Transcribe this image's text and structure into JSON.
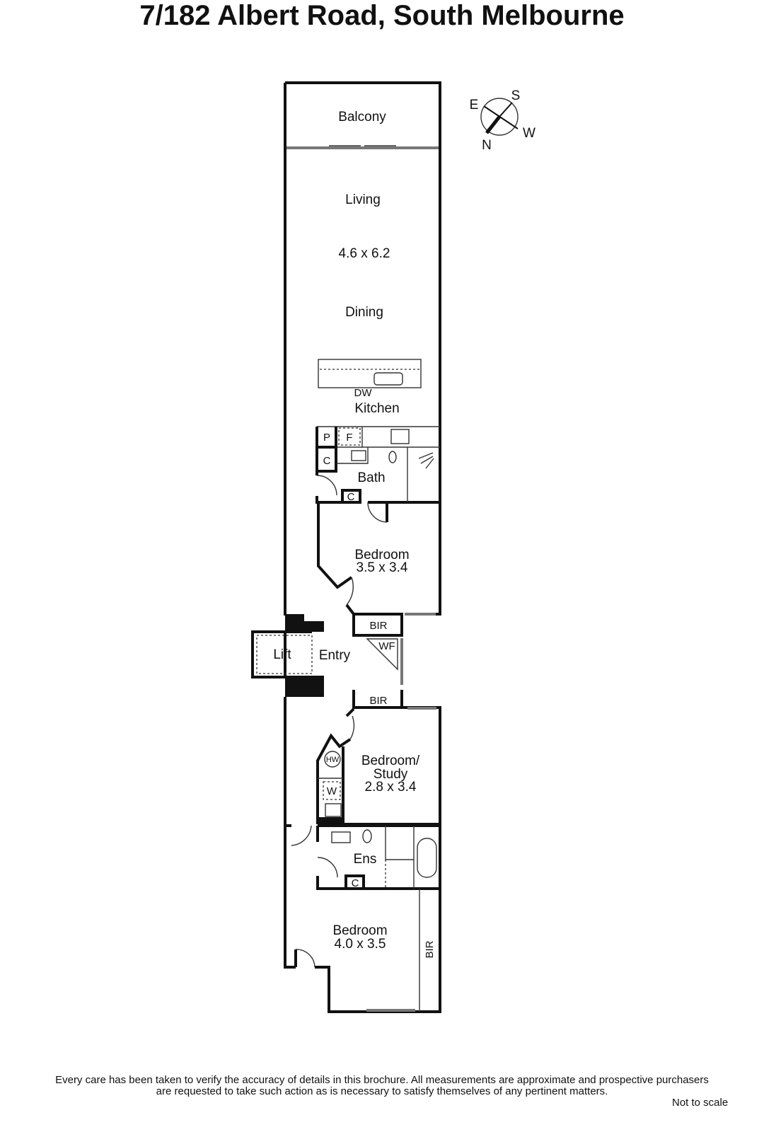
{
  "title": "7/182 Albert Road, South Melbourne",
  "compass": {
    "n": "N",
    "s": "S",
    "e": "E",
    "w": "W"
  },
  "rooms": {
    "balcony": "Balcony",
    "living": "Living",
    "living_dims": "4.6 x 6.2",
    "dining": "Dining",
    "dw": "DW",
    "kitchen": "Kitchen",
    "pantry": "P",
    "fridge": "F",
    "cupboard": "C",
    "bath": "Bath",
    "bath_cupboard": "C",
    "bedroom1": "Bedroom",
    "bedroom1_dims": "3.5 x 3.4",
    "bir1": "BIR",
    "wf": "WF",
    "lift": "Lift",
    "entry": "Entry",
    "bir2": "BIR",
    "study": "Bedroom/",
    "study2": "Study",
    "study_dims": "2.8 x 3.4",
    "hw": "HW",
    "laundry_w": "W",
    "ens": "Ens",
    "ens_cupboard": "C",
    "bedroom3": "Bedroom",
    "bedroom3_dims": "4.0 x 3.5",
    "bir3": "BIR"
  },
  "disclaimer_line1": "Every care has been taken to verify the accuracy of details in this brochure.  All measurements are approximate and prospective purchasers",
  "disclaimer_line2": "are requested to take such action as is necessary to satisfy themselves of any pertinent matters.",
  "not_to_scale": "Not to scale"
}
